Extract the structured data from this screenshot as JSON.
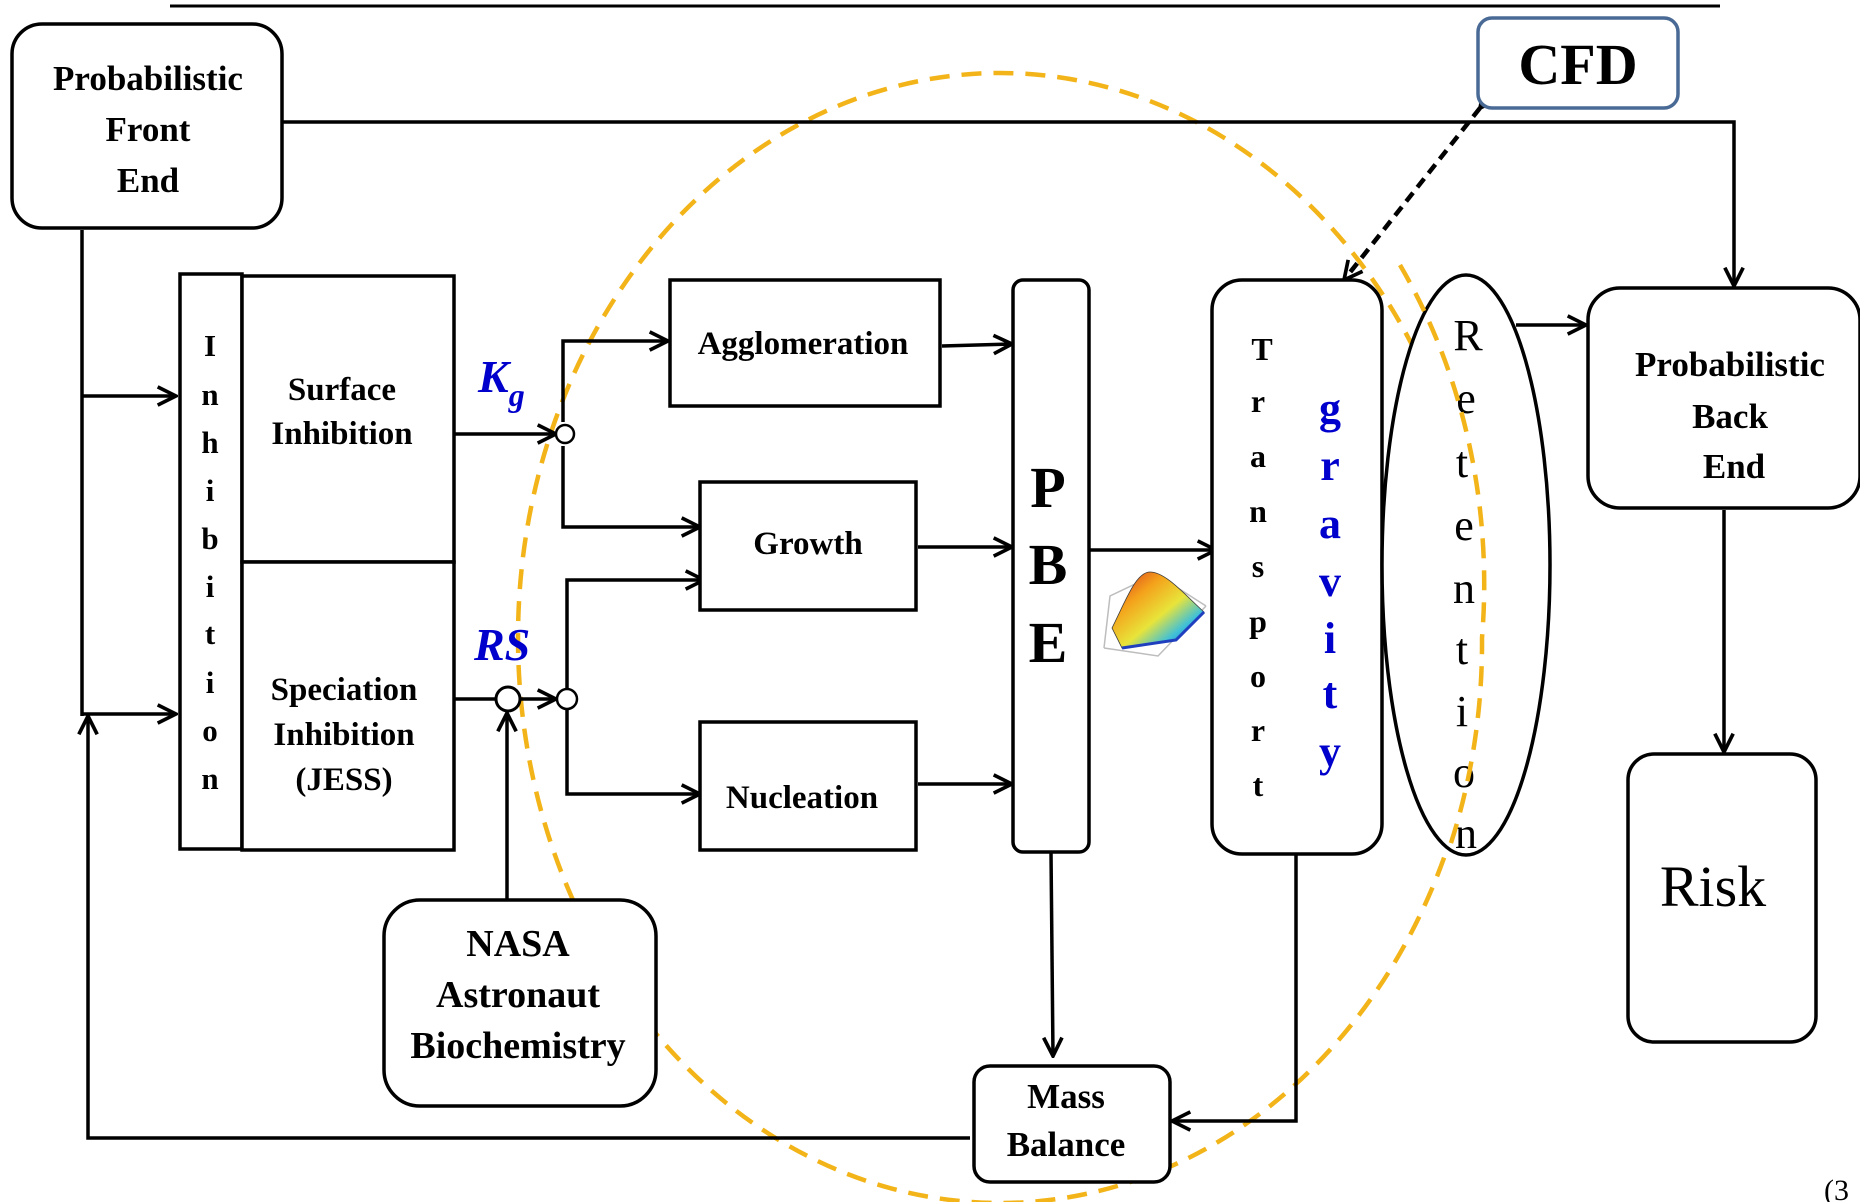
{
  "colors": {
    "dashed_ellipse": "#f2b418",
    "cfd_border": "#4a6a96",
    "blue_labels": "#0000cc"
  },
  "nodes": {
    "front_end": [
      "Probabilistic",
      "Front",
      "End"
    ],
    "cfd": "CFD",
    "inhibition": [
      "I",
      "n",
      "h",
      "i",
      "b",
      "i",
      "t",
      "i",
      "o",
      "n"
    ],
    "surface_inhibition": [
      "Surface",
      "Inhibition"
    ],
    "speciation_inhibition": [
      "Speciation",
      "Inhibition",
      "(JESS)"
    ],
    "kg_label": "K",
    "kg_subscript": "g",
    "rs_label": "RS",
    "agglomeration": "Agglomeration",
    "growth": "Growth",
    "nucleation": "Nucleation",
    "pbe": [
      "P",
      "B",
      "E"
    ],
    "transport": [
      "T",
      "r",
      "a",
      "n",
      "s",
      "p",
      "o",
      "r",
      "t"
    ],
    "gravity": [
      "g",
      "r",
      "a",
      "v",
      "i",
      "t",
      "y"
    ],
    "retention": [
      "R",
      "e",
      "t",
      "e",
      "n",
      "t",
      "i",
      "o",
      "n"
    ],
    "back_end": [
      "Probabilistic",
      "Back",
      "End"
    ],
    "risk": "Risk",
    "nasa": [
      "NASA",
      "Astronaut",
      "Biochemistry"
    ],
    "mass_balance": [
      "Mass",
      "Balance"
    ],
    "footnote": "(3"
  }
}
